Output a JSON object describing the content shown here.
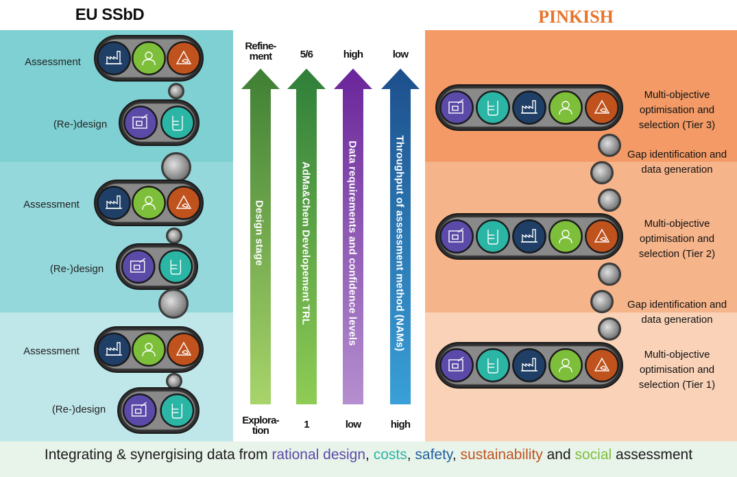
{
  "left": {
    "title": "EU SSbD",
    "labels": {
      "a1": "Assessment",
      "d1": "(Re-)design",
      "a2": "Assessment",
      "d2": "(Re-)design",
      "a3": "Assessment",
      "d3": "(Re-)design"
    }
  },
  "right": {
    "title": "PINKISH",
    "labels": {
      "t3_l1": "Multi-objective",
      "t3_l2": "optimisation and",
      "t3_l3": "selection (Tier 3)",
      "g1_l1": "Gap identification and",
      "g1_l2": "data generation",
      "t2_l1": "Multi-objective",
      "t2_l2": "optimisation and",
      "t2_l3": "selection (Tier 2)",
      "g2_l1": "Gap identification and",
      "g2_l2": "data generation",
      "t1_l1": "Multi-objective",
      "t1_l2": "optimisation  and",
      "t1_l3": "selection (Tier 1)"
    }
  },
  "middle": {
    "arrows": [
      {
        "top_l1": "Refine-",
        "top_l2": "ment",
        "bottom_l1": "Explora-",
        "bottom_l2": "tion",
        "text": "Design stage",
        "color": "#4e8f3a"
      },
      {
        "top_l1": "5/6",
        "top_l2": "",
        "bottom_l1": "1",
        "bottom_l2": "",
        "text": "AdMa&Chem Developement TRL",
        "color": "#3e8c3a"
      },
      {
        "top_l1": "high",
        "top_l2": "",
        "bottom_l1": "low",
        "bottom_l2": "",
        "text": "Data requirements and confidence levels",
        "color": "#6a2a9a"
      },
      {
        "top_l1": "low",
        "top_l2": "",
        "bottom_l1": "high",
        "bottom_l2": "",
        "text": "Throughput of assessment method (NAMs)",
        "color": "#1f5f9c"
      }
    ]
  },
  "footer": {
    "p1": "Integrating & synergising data from ",
    "rational": "rational design",
    "c1": ", ",
    "costs": "costs",
    "c2": ", ",
    "safety": "safety",
    "c3": ", ",
    "sustainability": "sustainability",
    "p2": " and ",
    "social": "social",
    "p3": " assessment"
  },
  "colors": {
    "design": "#5b4aa8",
    "costs": "#2bb5a5",
    "safety": "#1f3f66",
    "sustainability": "#c0521e",
    "social": "#7dbf3a",
    "teal_bg": "#7fd0d3",
    "orange_bg": "#f5a878"
  },
  "icons": [
    "factory-icon",
    "person-icon",
    "recycle-leaf-icon",
    "blueprint-icon",
    "beaker-icon"
  ]
}
